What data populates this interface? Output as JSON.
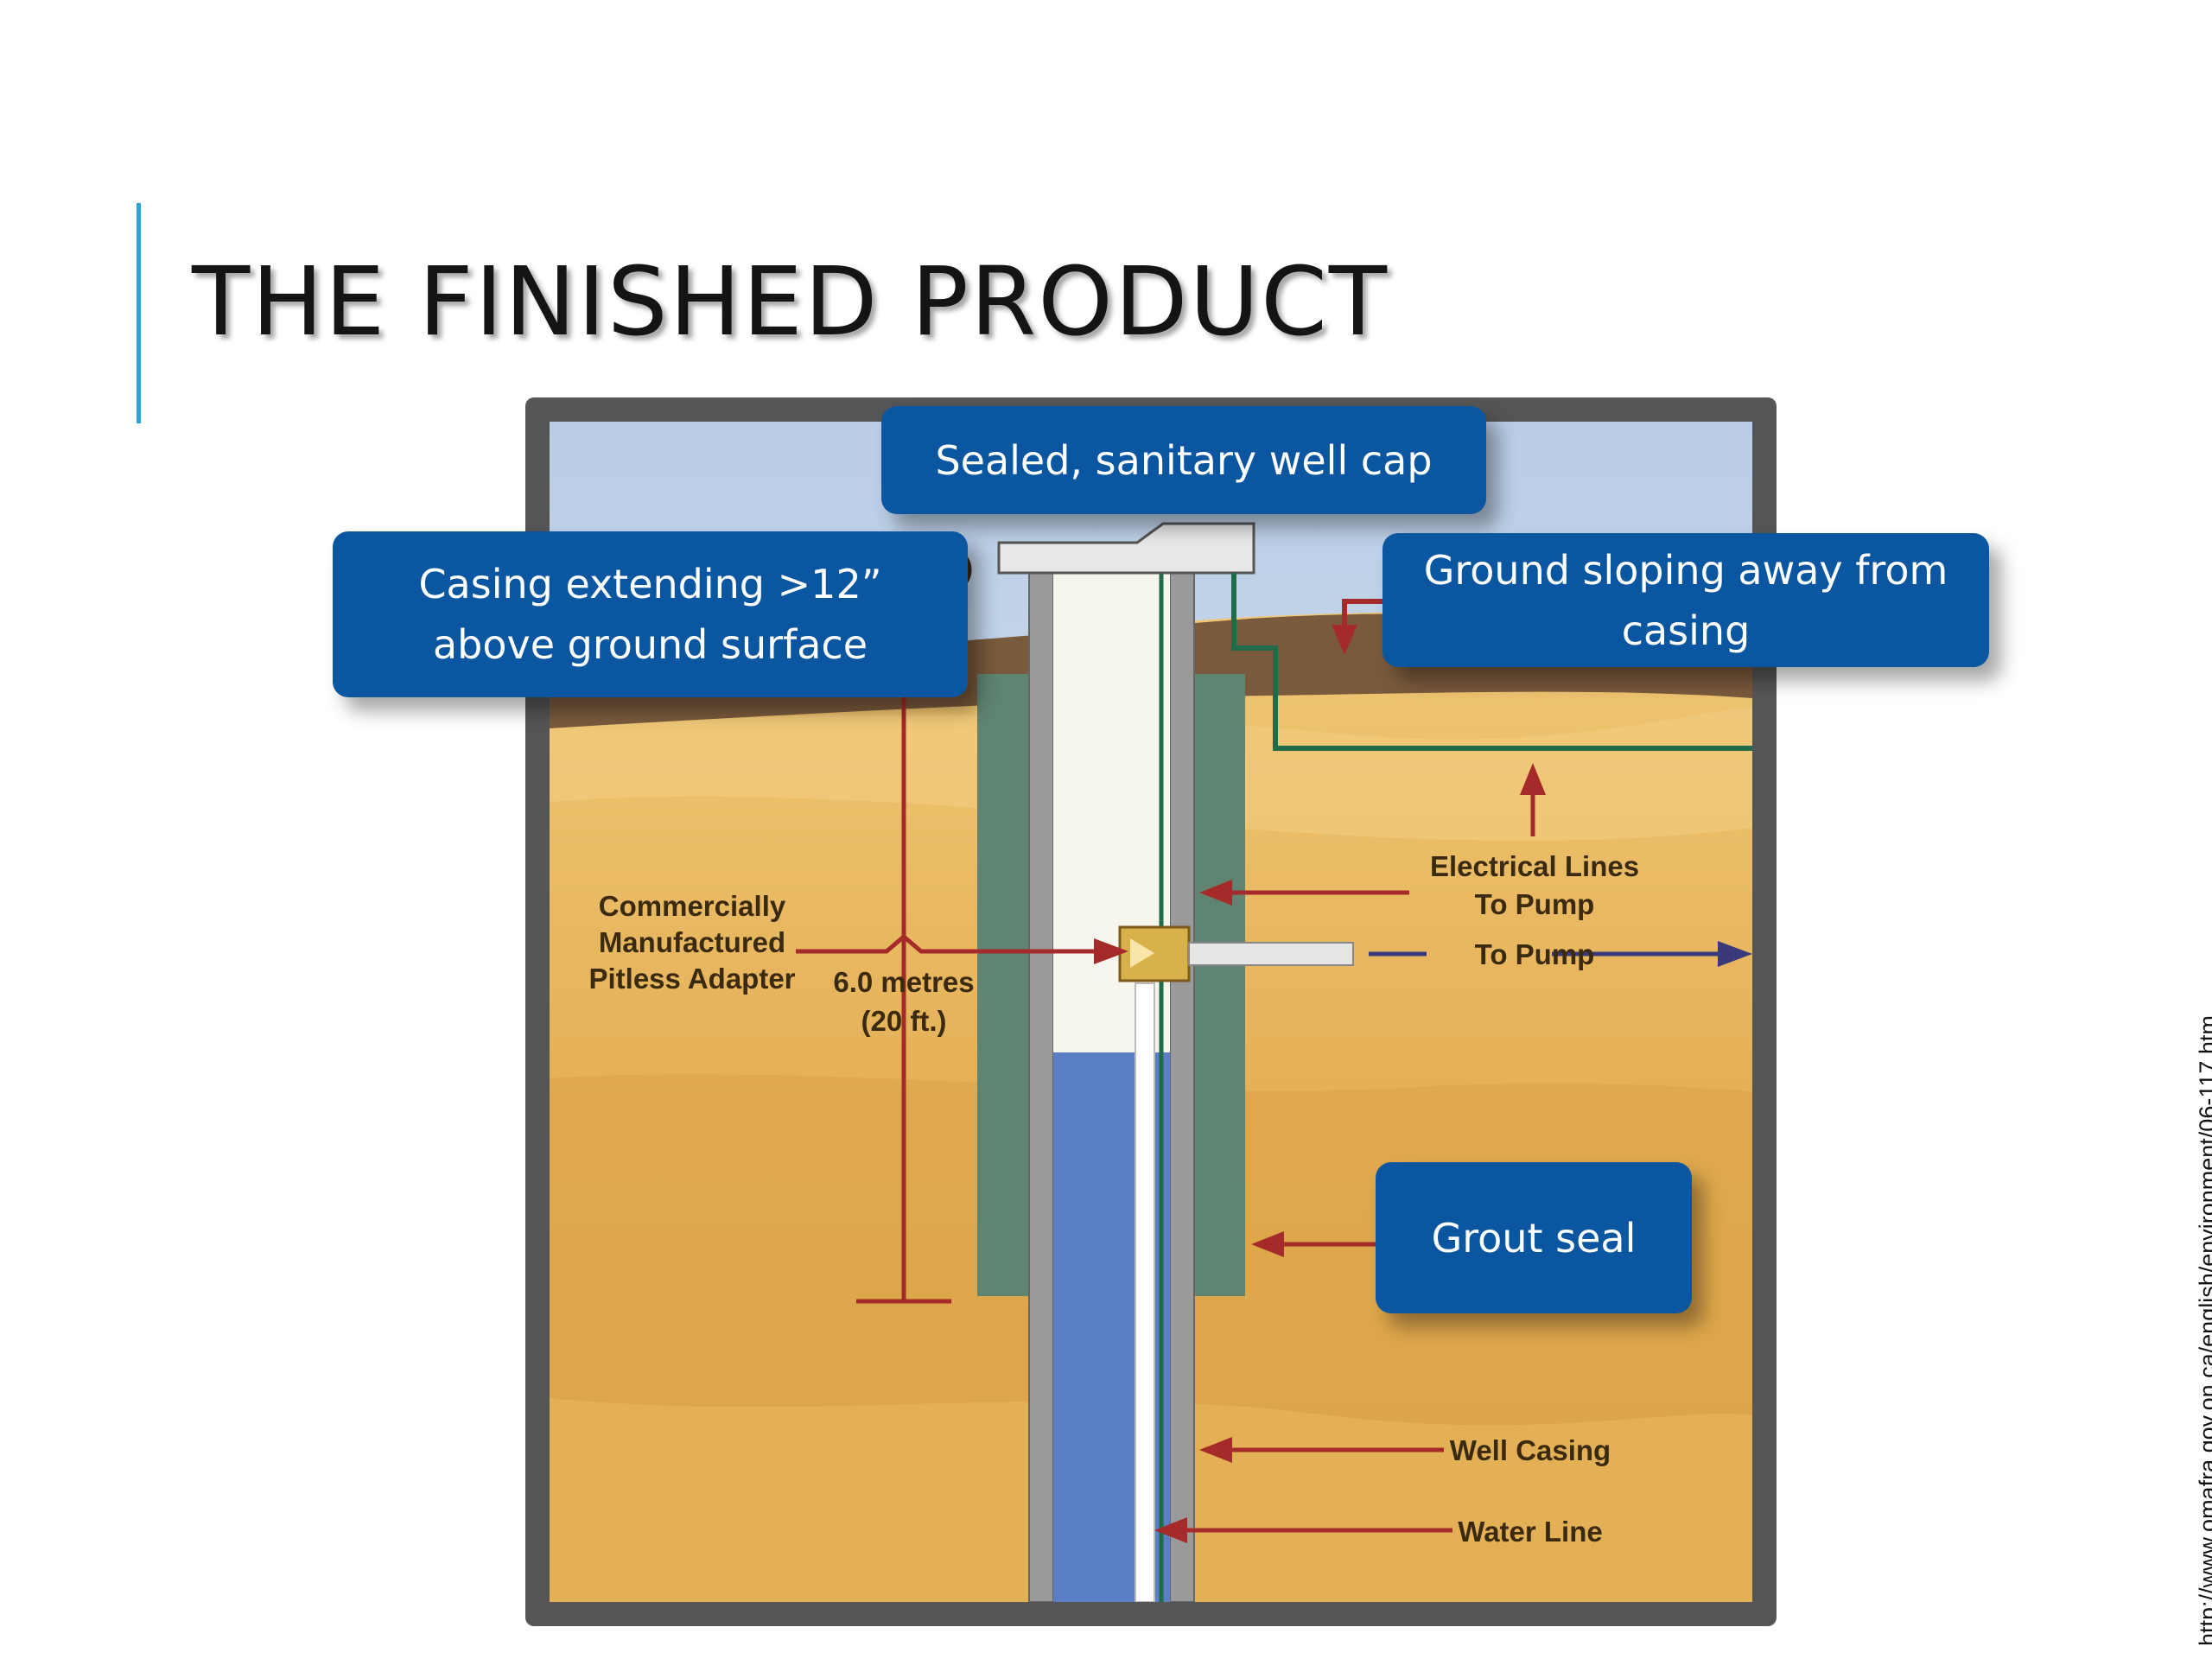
{
  "slide": {
    "title": "THE FINISHED PRODUCT",
    "source_url": "http://www.omafra.gov.on.ca/english/environment/06-117.htm"
  },
  "callouts": {
    "well_cap": "Sealed, sanitary well cap",
    "casing_line1": "Casing extending >12”",
    "casing_line2": "above ground surface",
    "ground_line1": "Ground sloping away from",
    "ground_line2": "casing",
    "grout": "Grout seal"
  },
  "diagram": {
    "pitless_line1": "Commercially",
    "pitless_line2": "Manufactured",
    "pitless_line3": "Pitless Adapter",
    "depth_line1": "6.0 metres",
    "depth_line2": "(20 ft.)",
    "electrical_line1": "Electrical Lines",
    "electrical_line2": "To Pump",
    "to_pump": "To Pump",
    "well_casing": "Well Casing",
    "water_line": "Water Line",
    "partial_label": ".)"
  },
  "colors": {
    "callout_bg": "#0a56a0",
    "accent": "#2aa6d6",
    "arrow_red": "#a52a2a",
    "soil": "#e2ae52",
    "water": "#5b7fc4",
    "grout": "#5f8471"
  }
}
